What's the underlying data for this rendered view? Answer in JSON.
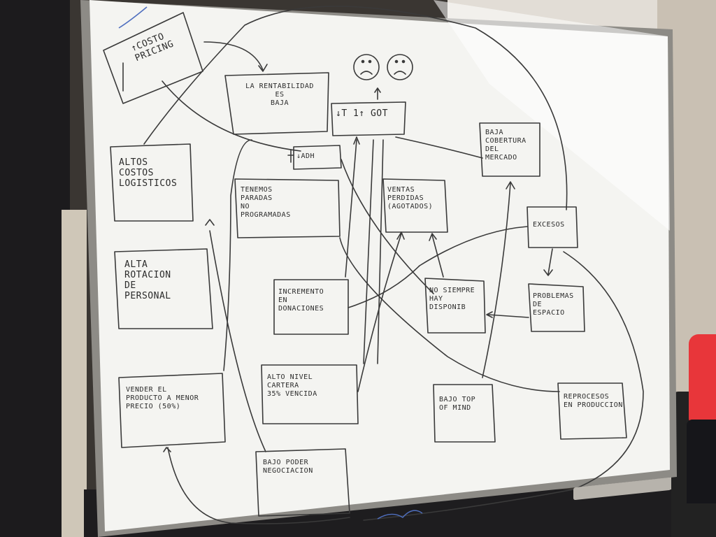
{
  "board": {
    "boxes": [
      {
        "id": "costo-pricing",
        "text": "↑COSTO\nPRICING"
      },
      {
        "id": "rentabilidad",
        "text": "La rentabilidad\nes\nbaja"
      },
      {
        "id": "indicadores",
        "text": "↓T 1↑ GOT"
      },
      {
        "id": "adh",
        "text": "↓ADH"
      },
      {
        "id": "baja-cobertura",
        "text": "Baja\ncobertura\ndel\nmercado"
      },
      {
        "id": "altos-costos",
        "text": "Altos\ncostos\nlogisticos"
      },
      {
        "id": "paradas",
        "text": "Tenemos\nparadas\nno\nprogramadas"
      },
      {
        "id": "ventas-perdidas",
        "text": "Ventas\nperdidas\n(agotados)"
      },
      {
        "id": "excesos",
        "text": "Excesos"
      },
      {
        "id": "alta-rotacion",
        "text": "Alta\nrotacion\nde\npersonal"
      },
      {
        "id": "incremento-donaciones",
        "text": "Incremento\nen\ndonaciones"
      },
      {
        "id": "no-siempre",
        "text": "No siempre\nhay\ndisponib"
      },
      {
        "id": "problemas-espacio",
        "text": "Problemas\nde\nespacio"
      },
      {
        "id": "vender-menor-precio",
        "text": "Vender el\nproducto a menor\nprecio (50%)"
      },
      {
        "id": "alto-nivel-cartera",
        "text": "Alto nivel\ncartera\n35% vencida"
      },
      {
        "id": "bajo-top-of-mind",
        "text": "Bajo top\nof mind"
      },
      {
        "id": "reprocesos",
        "text": "Reprocesos\nen produccion"
      },
      {
        "id": "bajo-poder",
        "text": "Bajo poder\nnegociacion"
      }
    ],
    "faces": [
      {
        "id": "sad-face-1",
        "expression": "sad"
      },
      {
        "id": "sad-face-2",
        "expression": "sad"
      }
    ],
    "ink_color": "#2b2b2b",
    "board_color": "#f4f4f1"
  }
}
